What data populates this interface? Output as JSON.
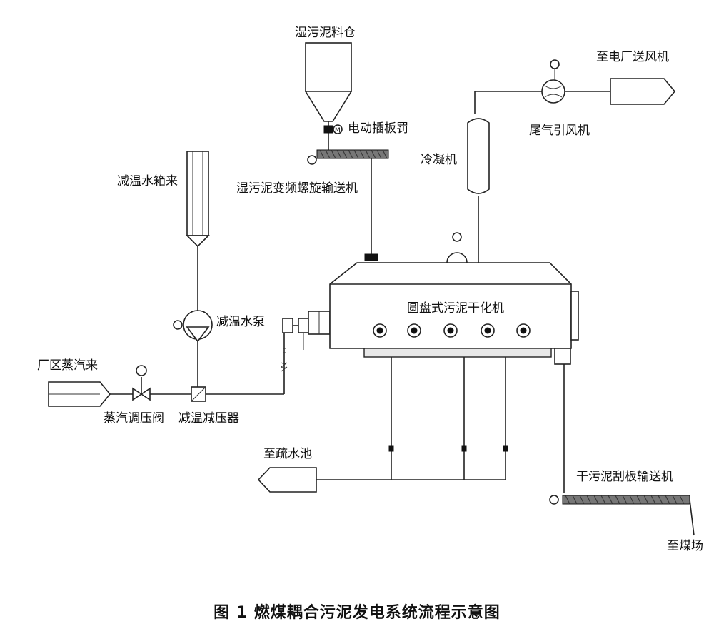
{
  "labels": {
    "wet_sludge_silo": "湿污泥料仓",
    "electric_gate": "电动插板罚",
    "wet_sludge_screw": "湿污泥变频螺旋输送机",
    "to_power_plant_fan": "至电厂送风机",
    "tail_gas_fan": "尾气引风机",
    "condenser": "冷凝机",
    "desuper_water_tank": "减温水箱来",
    "disc_dryer": "圆盘式污泥干化机",
    "desuper_pump": "减温水泵",
    "plant_steam": "厂区蒸汽来",
    "steam_valve": "蒸汽调压阀",
    "desuper_reducer": "减温减压器",
    "to_drain_pool": "至疏水池",
    "dry_sludge_conveyor": "干污泥刮板输送机",
    "to_coal_yard": "至煤场"
  },
  "caption": "图 1    燃煤耦合污泥发电系统流程示意图"
}
